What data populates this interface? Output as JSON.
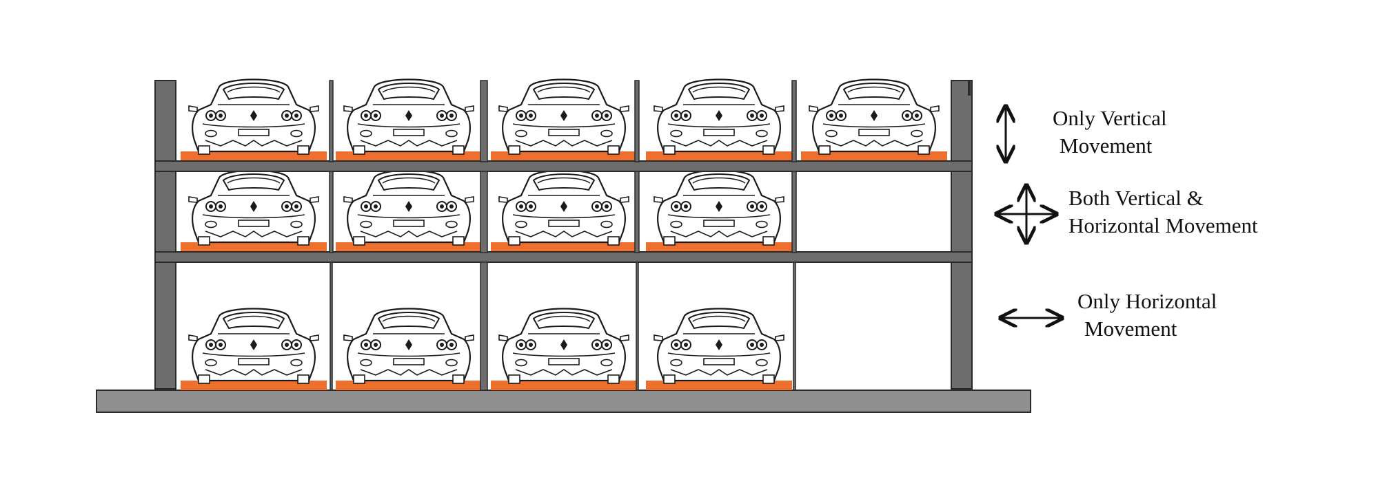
{
  "diagram": {
    "levels": [
      {
        "id": "top",
        "slots": [
          true,
          true,
          true,
          true,
          true
        ]
      },
      {
        "id": "middle",
        "slots": [
          true,
          true,
          true,
          true,
          false
        ]
      },
      {
        "id": "bottom",
        "slots": [
          true,
          true,
          true,
          true,
          false
        ]
      }
    ],
    "colors": {
      "frame": "#6d6d6d",
      "frame_edge": "#2a2a2a",
      "pallet": "#ee6f2e",
      "base": "#8f8f8f",
      "car_line": "#1a1a1a"
    }
  },
  "legend": [
    {
      "arrow": "vertical-arrow-icon",
      "lines": [
        "Only Vertical",
        "Movement"
      ]
    },
    {
      "arrow": "four-way-arrow-icon",
      "lines": [
        "Both Vertical &",
        "Horizontal Movement"
      ]
    },
    {
      "arrow": "horizontal-arrow-icon",
      "lines": [
        "Only Horizontal",
        "Movement"
      ]
    }
  ]
}
